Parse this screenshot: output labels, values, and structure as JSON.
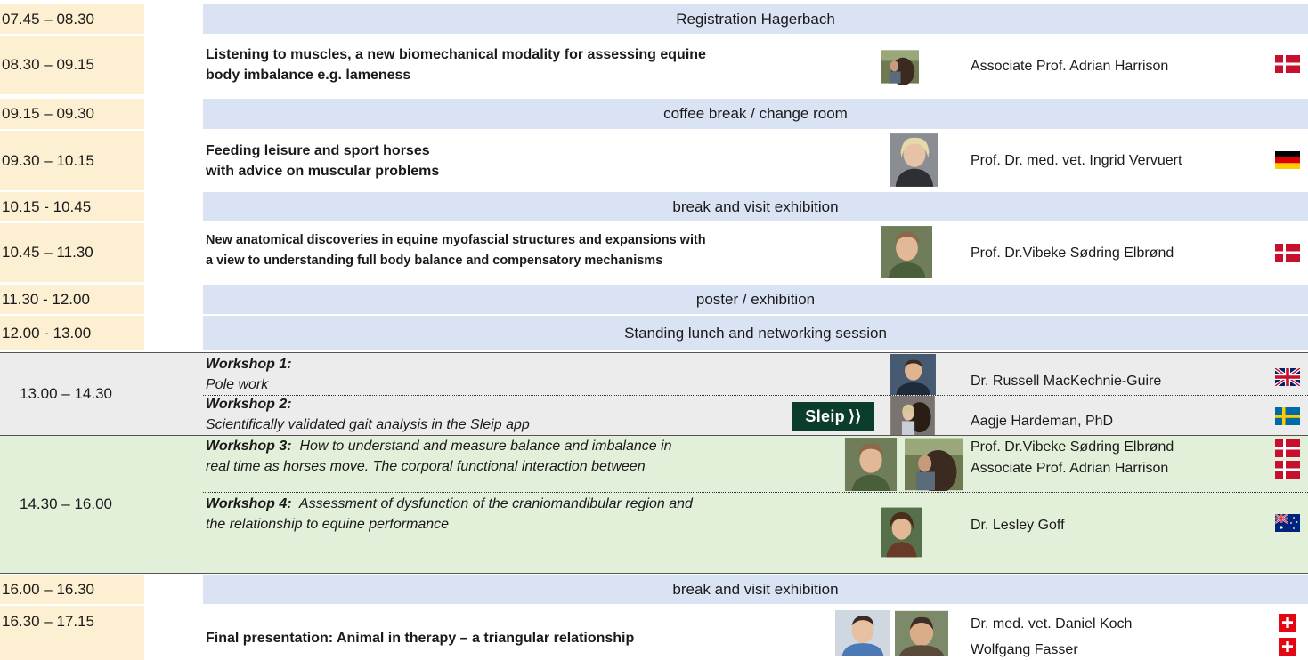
{
  "colors": {
    "time_bg": "#fdefd2",
    "band_bg": "#dae3f3",
    "ws1_bg": "#ececec",
    "ws2_bg": "#e2efd9",
    "sleip_bg": "#0b3d2c"
  },
  "rows": {
    "r1": {
      "time": "07.45 – 08.30",
      "label": "Registration Hagerbach"
    },
    "r2": {
      "time": "08.30 – 09.15",
      "title1": "Listening to muscles, a new biomechanical modality for assessing equine",
      "title2": "body imbalance e.g. lameness",
      "speaker": "Associate Prof. Adrian Harrison",
      "flag": "denmark-flag"
    },
    "r3": {
      "time": "09.15 – 09.30",
      "label": "coffee break / change room"
    },
    "r4": {
      "time": "09.30 – 10.15",
      "title1": "Feeding leisure and sport horses",
      "title2": "with advice on muscular problems",
      "speaker": "Prof. Dr. med. vet. Ingrid Vervuert",
      "flag": "germany-flag"
    },
    "r5": {
      "time": "10.15 - 10.45",
      "label": "break and visit exhibition"
    },
    "r6": {
      "time": "10.45 – 11.30",
      "title1": "New anatomical discoveries in equine myofascial structures and expansions with",
      "title2": "a view to understanding full body balance and compensatory mechanisms",
      "speaker": "Prof. Dr.Vibeke Sødring Elbrønd",
      "flag": "denmark-flag"
    },
    "r7": {
      "time": "11.30 - 12.00",
      "label": "poster / exhibition"
    },
    "r8": {
      "time": "12.00 - 13.00",
      "label": "Standing lunch and networking session"
    },
    "ws_a": {
      "time": "13.00 – 14.30",
      "w1": {
        "label": "Workshop 1:",
        "text": "Pole work",
        "speaker": "Dr. Russell MacKechnie-Guire",
        "flag": "uk-flag"
      },
      "w2": {
        "label": "Workshop 2:",
        "text": "Scientifically validated gait analysis in the Sleip app",
        "logo": "Sleip",
        "speaker": "Aagje Hardeman, PhD",
        "flag": "sweden-flag"
      }
    },
    "ws_b": {
      "time": "14.30 – 16.00",
      "w3": {
        "label": "Workshop 3:",
        "line1": "How to understand and measure balance and imbalance in",
        "line2": "real time as horses move. The corporal functional interaction between",
        "speaker1": "Prof. Dr.Vibeke Sødring Elbrønd",
        "speaker2": "Associate Prof. Adrian Harrison",
        "flag": "denmark-flag"
      },
      "w4": {
        "label": "Workshop 4:",
        "line1": "Assessment of dysfunction of the craniomandibular region and",
        "line2": "the relationship to equine performance",
        "speaker": "Dr. Lesley Goff",
        "flag": "australia-flag"
      }
    },
    "r9": {
      "time": "16.00 – 16.30",
      "label": "break and visit exhibition"
    },
    "r10": {
      "time": "16.30 – 17.15",
      "title": "Final presentation: Animal in therapy – a triangular relationship",
      "speaker1": "Dr. med. vet. Daniel Koch",
      "speaker2": "Wolfgang Fasser",
      "flag": "switzerland-flag"
    }
  }
}
